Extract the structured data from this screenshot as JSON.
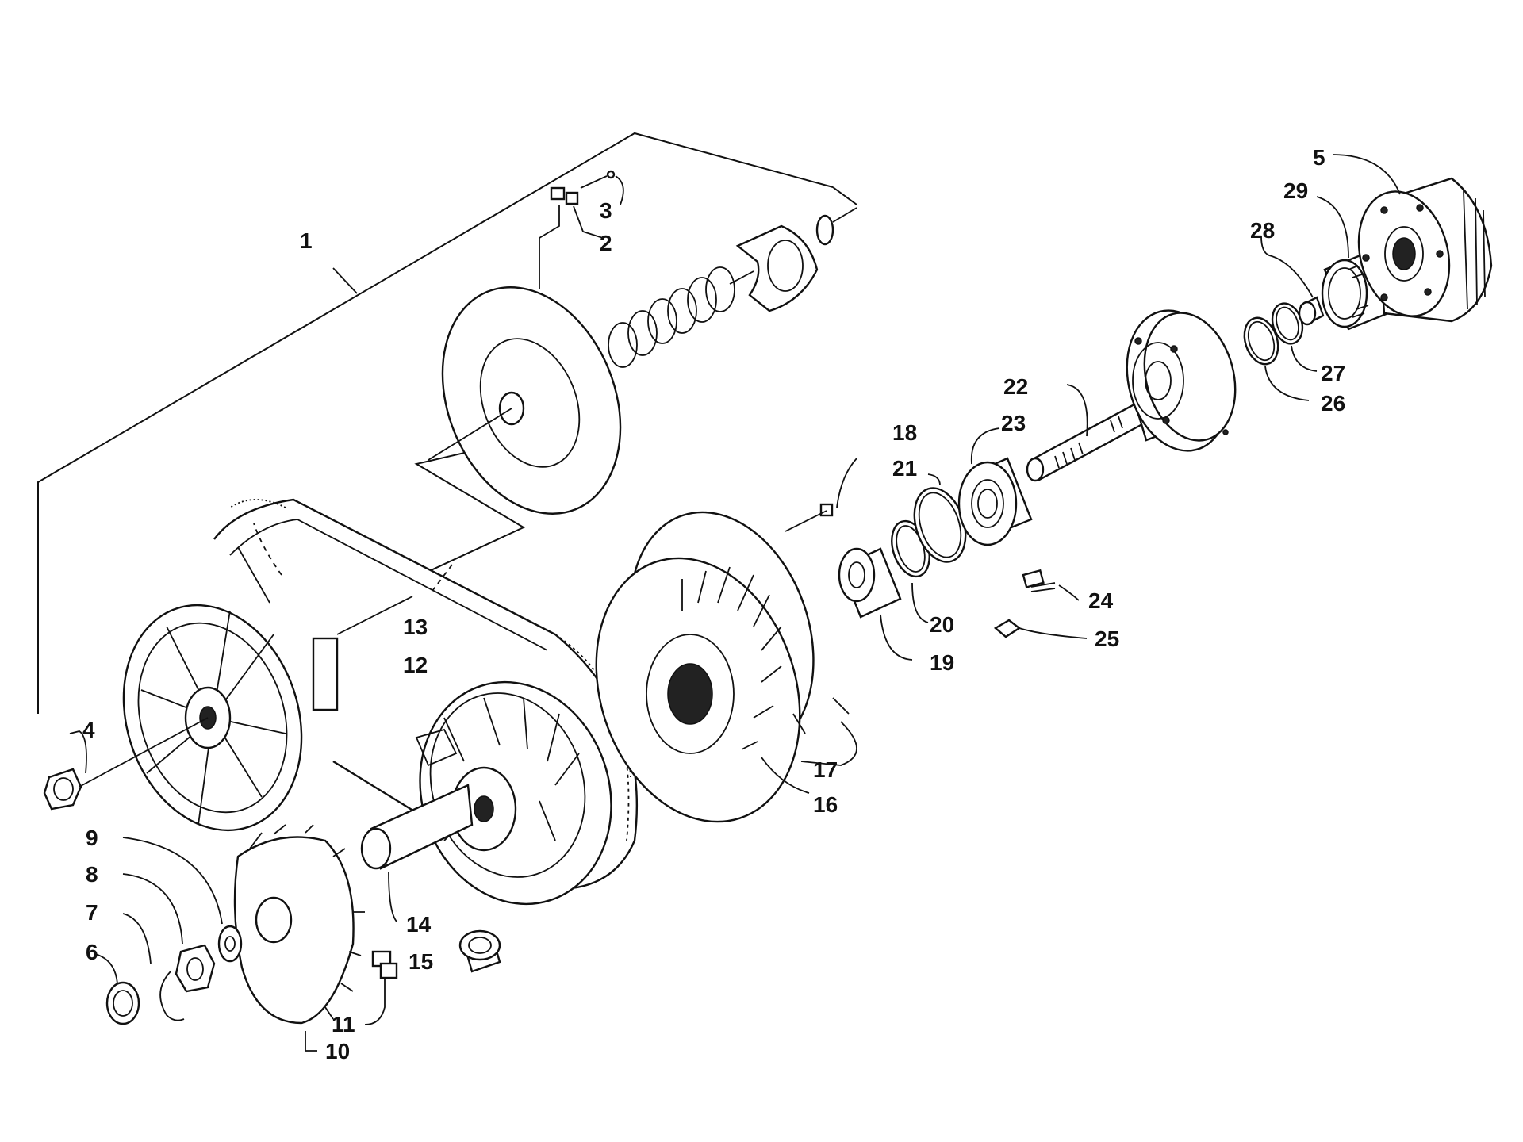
{
  "callouts": [
    {
      "id": "1",
      "text": "1"
    },
    {
      "id": "2",
      "text": "2"
    },
    {
      "id": "3",
      "text": "3"
    },
    {
      "id": "4",
      "text": "4"
    },
    {
      "id": "5",
      "text": "5"
    },
    {
      "id": "6",
      "text": "6"
    },
    {
      "id": "7",
      "text": "7"
    },
    {
      "id": "8",
      "text": "8"
    },
    {
      "id": "9",
      "text": "9"
    },
    {
      "id": "10",
      "text": "10"
    },
    {
      "id": "11",
      "text": "11"
    },
    {
      "id": "12",
      "text": "12"
    },
    {
      "id": "13",
      "text": "13"
    },
    {
      "id": "14",
      "text": "14"
    },
    {
      "id": "15",
      "text": "15"
    },
    {
      "id": "16",
      "text": "16"
    },
    {
      "id": "17",
      "text": "17"
    },
    {
      "id": "18",
      "text": "18"
    },
    {
      "id": "19",
      "text": "19"
    },
    {
      "id": "20",
      "text": "20"
    },
    {
      "id": "21",
      "text": "21"
    },
    {
      "id": "22",
      "text": "22"
    },
    {
      "id": "23",
      "text": "23"
    },
    {
      "id": "24",
      "text": "24"
    },
    {
      "id": "25",
      "text": "25"
    },
    {
      "id": "26",
      "text": "26"
    },
    {
      "id": "27",
      "text": "27"
    },
    {
      "id": "28",
      "text": "28"
    },
    {
      "id": "29",
      "text": "29"
    }
  ]
}
